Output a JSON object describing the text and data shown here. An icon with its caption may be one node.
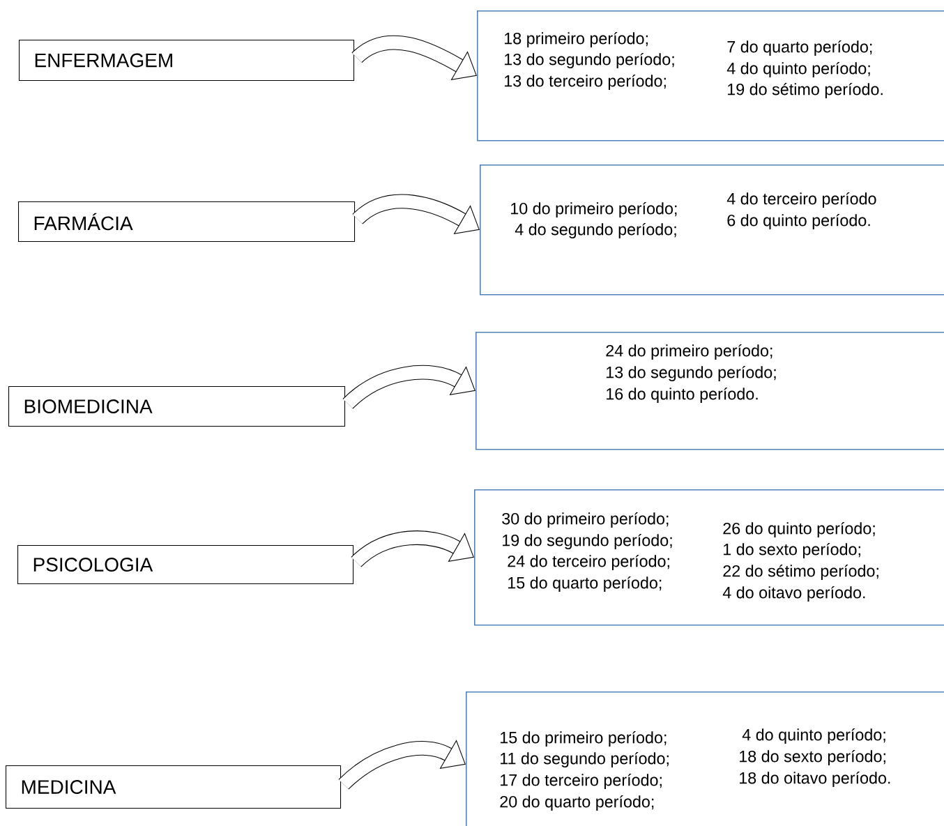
{
  "diagram": {
    "nodes": [
      {
        "text": [
          "ENFERMAGEM"
        ]
      },
      {
        "text": [
          "FARMÁCIA"
        ]
      },
      {
        "text": [
          "BIOMEDICINA"
        ]
      },
      {
        "text": [
          "PSICOLOGIA"
        ]
      },
      {
        "text": [
          "MEDICINA"
        ]
      },
      {
        "text": [
          "18 primeiro período;",
          "13 do segundo período;",
          "13 do terceiro período;",
          "7 do quarto período;",
          "4 do quinto período;",
          "19 do sétimo período."
        ]
      },
      {
        "text": [
          "10 do primeiro período;",
          "4 do segundo período;",
          "4 do terceiro período",
          "6 do quinto período."
        ]
      },
      {
        "text": [
          "24 do primeiro período;",
          "13 do segundo período;",
          "16 do quinto período."
        ]
      },
      {
        "text": [
          "30 do primeiro período;",
          "19 do segundo período;",
          "24 do terceiro período;",
          "15 do quarto período;",
          "26 do quinto período;",
          "1 do sexto período;",
          "22 do sétimo período;",
          "4 do oitavo período."
        ]
      },
      {
        "text": [
          "15 do primeiro período;",
          "11 do segundo período;",
          "17 do terceiro período;",
          "20 do quarto período;",
          "4 do quinto período;",
          "18 do sexto período;",
          "18 do oitavo período."
        ]
      }
    ],
    "edges": [
      {
        "from": 0,
        "to": 5,
        "arrow": "to"
      },
      {
        "from": 1,
        "to": 6,
        "arrow": "to"
      },
      {
        "from": 2,
        "to": 7,
        "arrow": "to"
      },
      {
        "from": 3,
        "to": 8,
        "arrow": "to"
      },
      {
        "from": 4,
        "to": 9,
        "arrow": "to"
      }
    ]
  }
}
